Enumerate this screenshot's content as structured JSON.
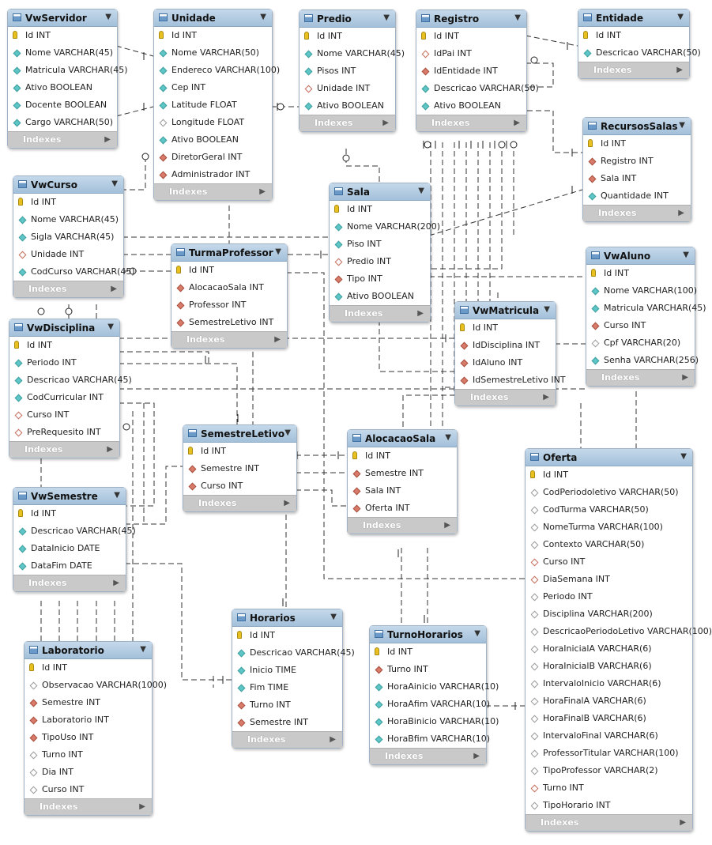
{
  "indexes_label": "Indexes",
  "tables": [
    {
      "key": "vwservidor",
      "name": "VwServidor",
      "cols": [
        [
          "pk",
          "Id INT"
        ],
        [
          "nn",
          "Nome VARCHAR(45)"
        ],
        [
          "nn",
          "Matricula VARCHAR(45)"
        ],
        [
          "nn",
          "Ativo BOOLEAN"
        ],
        [
          "nn",
          "Docente BOOLEAN"
        ],
        [
          "nn",
          "Cargo VARCHAR(50)"
        ]
      ]
    },
    {
      "key": "unidade",
      "name": "Unidade",
      "cols": [
        [
          "pk",
          "Id INT"
        ],
        [
          "nn",
          "Nome VARCHAR(50)"
        ],
        [
          "nn",
          "Endereco VARCHAR(100)"
        ],
        [
          "nn",
          "Cep INT"
        ],
        [
          "nn",
          "Latitude FLOAT"
        ],
        [
          "nl",
          "Longitude FLOAT"
        ],
        [
          "nn",
          "Ativo BOOLEAN"
        ],
        [
          "fk",
          "DiretorGeral INT"
        ],
        [
          "fk",
          "Administrador INT"
        ]
      ]
    },
    {
      "key": "predio",
      "name": "Predio",
      "cols": [
        [
          "pk",
          "Id INT"
        ],
        [
          "nn",
          "Nome VARCHAR(45)"
        ],
        [
          "nn",
          "Pisos INT"
        ],
        [
          "nlfk",
          "Unidade INT"
        ],
        [
          "nn",
          "Ativo BOOLEAN"
        ]
      ]
    },
    {
      "key": "registro",
      "name": "Registro",
      "cols": [
        [
          "pk",
          "Id INT"
        ],
        [
          "nlfk",
          "IdPai INT"
        ],
        [
          "fk",
          "IdEntidade INT"
        ],
        [
          "nn",
          "Descricao VARCHAR(50)"
        ],
        [
          "nn",
          "Ativo BOOLEAN"
        ]
      ]
    },
    {
      "key": "entidade",
      "name": "Entidade",
      "cols": [
        [
          "pk",
          "Id INT"
        ],
        [
          "nn",
          "Descricao VARCHAR(50)"
        ]
      ]
    },
    {
      "key": "recursossalas",
      "name": "RecursosSalas",
      "cols": [
        [
          "pk",
          "Id INT"
        ],
        [
          "fk",
          "Registro INT"
        ],
        [
          "fk",
          "Sala INT"
        ],
        [
          "nn",
          "Quantidade INT"
        ]
      ]
    },
    {
      "key": "vwcurso",
      "name": "VwCurso",
      "cols": [
        [
          "pk",
          "Id INT"
        ],
        [
          "nn",
          "Nome VARCHAR(45)"
        ],
        [
          "nn",
          "Sigla VARCHAR(45)"
        ],
        [
          "nlfk",
          "Unidade INT"
        ],
        [
          "nn",
          "CodCurso VARCHAR(45)"
        ]
      ]
    },
    {
      "key": "sala",
      "name": "Sala",
      "cols": [
        [
          "pk",
          "Id INT"
        ],
        [
          "nn",
          "Nome VARCHAR(200)"
        ],
        [
          "nn",
          "Piso INT"
        ],
        [
          "nlfk",
          "Predio INT"
        ],
        [
          "fk",
          "Tipo INT"
        ],
        [
          "nn",
          "Ativo BOOLEAN"
        ]
      ]
    },
    {
      "key": "turmaprofessor",
      "name": "TurmaProfessor",
      "cols": [
        [
          "pk",
          "Id INT"
        ],
        [
          "fk",
          "AlocacaoSala INT"
        ],
        [
          "fk",
          "Professor INT"
        ],
        [
          "fk",
          "SemestreLetivo INT"
        ]
      ]
    },
    {
      "key": "vwaluno",
      "name": "VwAluno",
      "cols": [
        [
          "pk",
          "Id INT"
        ],
        [
          "nn",
          "Nome VARCHAR(100)"
        ],
        [
          "nn",
          "Matricula VARCHAR(45)"
        ],
        [
          "fk",
          "Curso INT"
        ],
        [
          "nl",
          "Cpf VARCHAR(20)"
        ],
        [
          "nn",
          "Senha VARCHAR(256)"
        ]
      ]
    },
    {
      "key": "vwmatricula",
      "name": "VwMatricula",
      "cols": [
        [
          "pk",
          "Id INT"
        ],
        [
          "fk",
          "IdDisciplina INT"
        ],
        [
          "fk",
          "IdAluno INT"
        ],
        [
          "fk",
          "IdSemestreLetivo INT"
        ]
      ]
    },
    {
      "key": "vwdisciplina",
      "name": "VwDisciplina",
      "cols": [
        [
          "pk",
          "Id INT"
        ],
        [
          "nn",
          "Periodo INT"
        ],
        [
          "nn",
          "Descricao VARCHAR(45)"
        ],
        [
          "nn",
          "CodCurricular INT"
        ],
        [
          "nlfk",
          "Curso INT"
        ],
        [
          "nlfk",
          "PreRequesito INT"
        ]
      ]
    },
    {
      "key": "semestreletivo",
      "name": "SemestreLetivo",
      "cols": [
        [
          "pk",
          "Id INT"
        ],
        [
          "fk",
          "Semestre INT"
        ],
        [
          "fk",
          "Curso INT"
        ]
      ]
    },
    {
      "key": "alocacaosala",
      "name": "AlocacaoSala",
      "cols": [
        [
          "pk",
          "Id INT"
        ],
        [
          "fk",
          "Semestre INT"
        ],
        [
          "fk",
          "Sala INT"
        ],
        [
          "fk",
          "Oferta INT"
        ]
      ]
    },
    {
      "key": "vwsemestre",
      "name": "VwSemestre",
      "cols": [
        [
          "pk",
          "Id INT"
        ],
        [
          "nn",
          "Descricao VARCHAR(45)"
        ],
        [
          "nn",
          "DataInicio DATE"
        ],
        [
          "nn",
          "DataFim DATE"
        ]
      ]
    },
    {
      "key": "oferta",
      "name": "Oferta",
      "cols": [
        [
          "pk",
          "Id INT"
        ],
        [
          "nl",
          "CodPeriodoletivo VARCHAR(50)"
        ],
        [
          "nl",
          "CodTurma VARCHAR(50)"
        ],
        [
          "nl",
          "NomeTurma VARCHAR(100)"
        ],
        [
          "nl",
          "Contexto VARCHAR(50)"
        ],
        [
          "nlfk",
          "Curso INT"
        ],
        [
          "nlfk",
          "DiaSemana INT"
        ],
        [
          "nl",
          "Periodo INT"
        ],
        [
          "nl",
          "Disciplina VARCHAR(200)"
        ],
        [
          "nl",
          "DescricaoPeriodoLetivo VARCHAR(100)"
        ],
        [
          "nl",
          "HoraInicialA VARCHAR(6)"
        ],
        [
          "nl",
          "HoraInicialB VARCHAR(6)"
        ],
        [
          "nl",
          "IntervaloInicio VARCHAR(6)"
        ],
        [
          "nl",
          "HoraFinalA VARCHAR(6)"
        ],
        [
          "nl",
          "HoraFinalB VARCHAR(6)"
        ],
        [
          "nl",
          "IntervaloFinal VARCHAR(6)"
        ],
        [
          "nl",
          "ProfessorTitular VARCHAR(100)"
        ],
        [
          "nl",
          "TipoProfessor VARCHAR(2)"
        ],
        [
          "nlfk",
          "Turno INT"
        ],
        [
          "nl",
          "TipoHorario INT"
        ]
      ]
    },
    {
      "key": "horarios",
      "name": "Horarios",
      "cols": [
        [
          "pk",
          "Id INT"
        ],
        [
          "nn",
          "Descricao VARCHAR(45)"
        ],
        [
          "nn",
          "Inicio TIME"
        ],
        [
          "nn",
          "Fim TIME"
        ],
        [
          "fk",
          "Turno INT"
        ],
        [
          "fk",
          "Semestre INT"
        ]
      ]
    },
    {
      "key": "turnohorarios",
      "name": "TurnoHorarios",
      "cols": [
        [
          "pk",
          "Id INT"
        ],
        [
          "fk",
          "Turno INT"
        ],
        [
          "nn",
          "HoraAinicio VARCHAR(10)"
        ],
        [
          "nn",
          "HoraAfim VARCHAR(10)"
        ],
        [
          "nn",
          "HoraBinicio VARCHAR(10)"
        ],
        [
          "nn",
          "HoraBfim VARCHAR(10)"
        ]
      ]
    },
    {
      "key": "laboratorio",
      "name": "Laboratorio",
      "cols": [
        [
          "pk",
          "Id INT"
        ],
        [
          "nl",
          "Observacao VARCHAR(1000)"
        ],
        [
          "fk",
          "Semestre INT"
        ],
        [
          "fk",
          "Laboratorio INT"
        ],
        [
          "fk",
          "TipoUso INT"
        ],
        [
          "nl",
          "Turno INT"
        ],
        [
          "nl",
          "Dia INT"
        ],
        [
          "nl",
          "Curso INT"
        ]
      ]
    }
  ]
}
